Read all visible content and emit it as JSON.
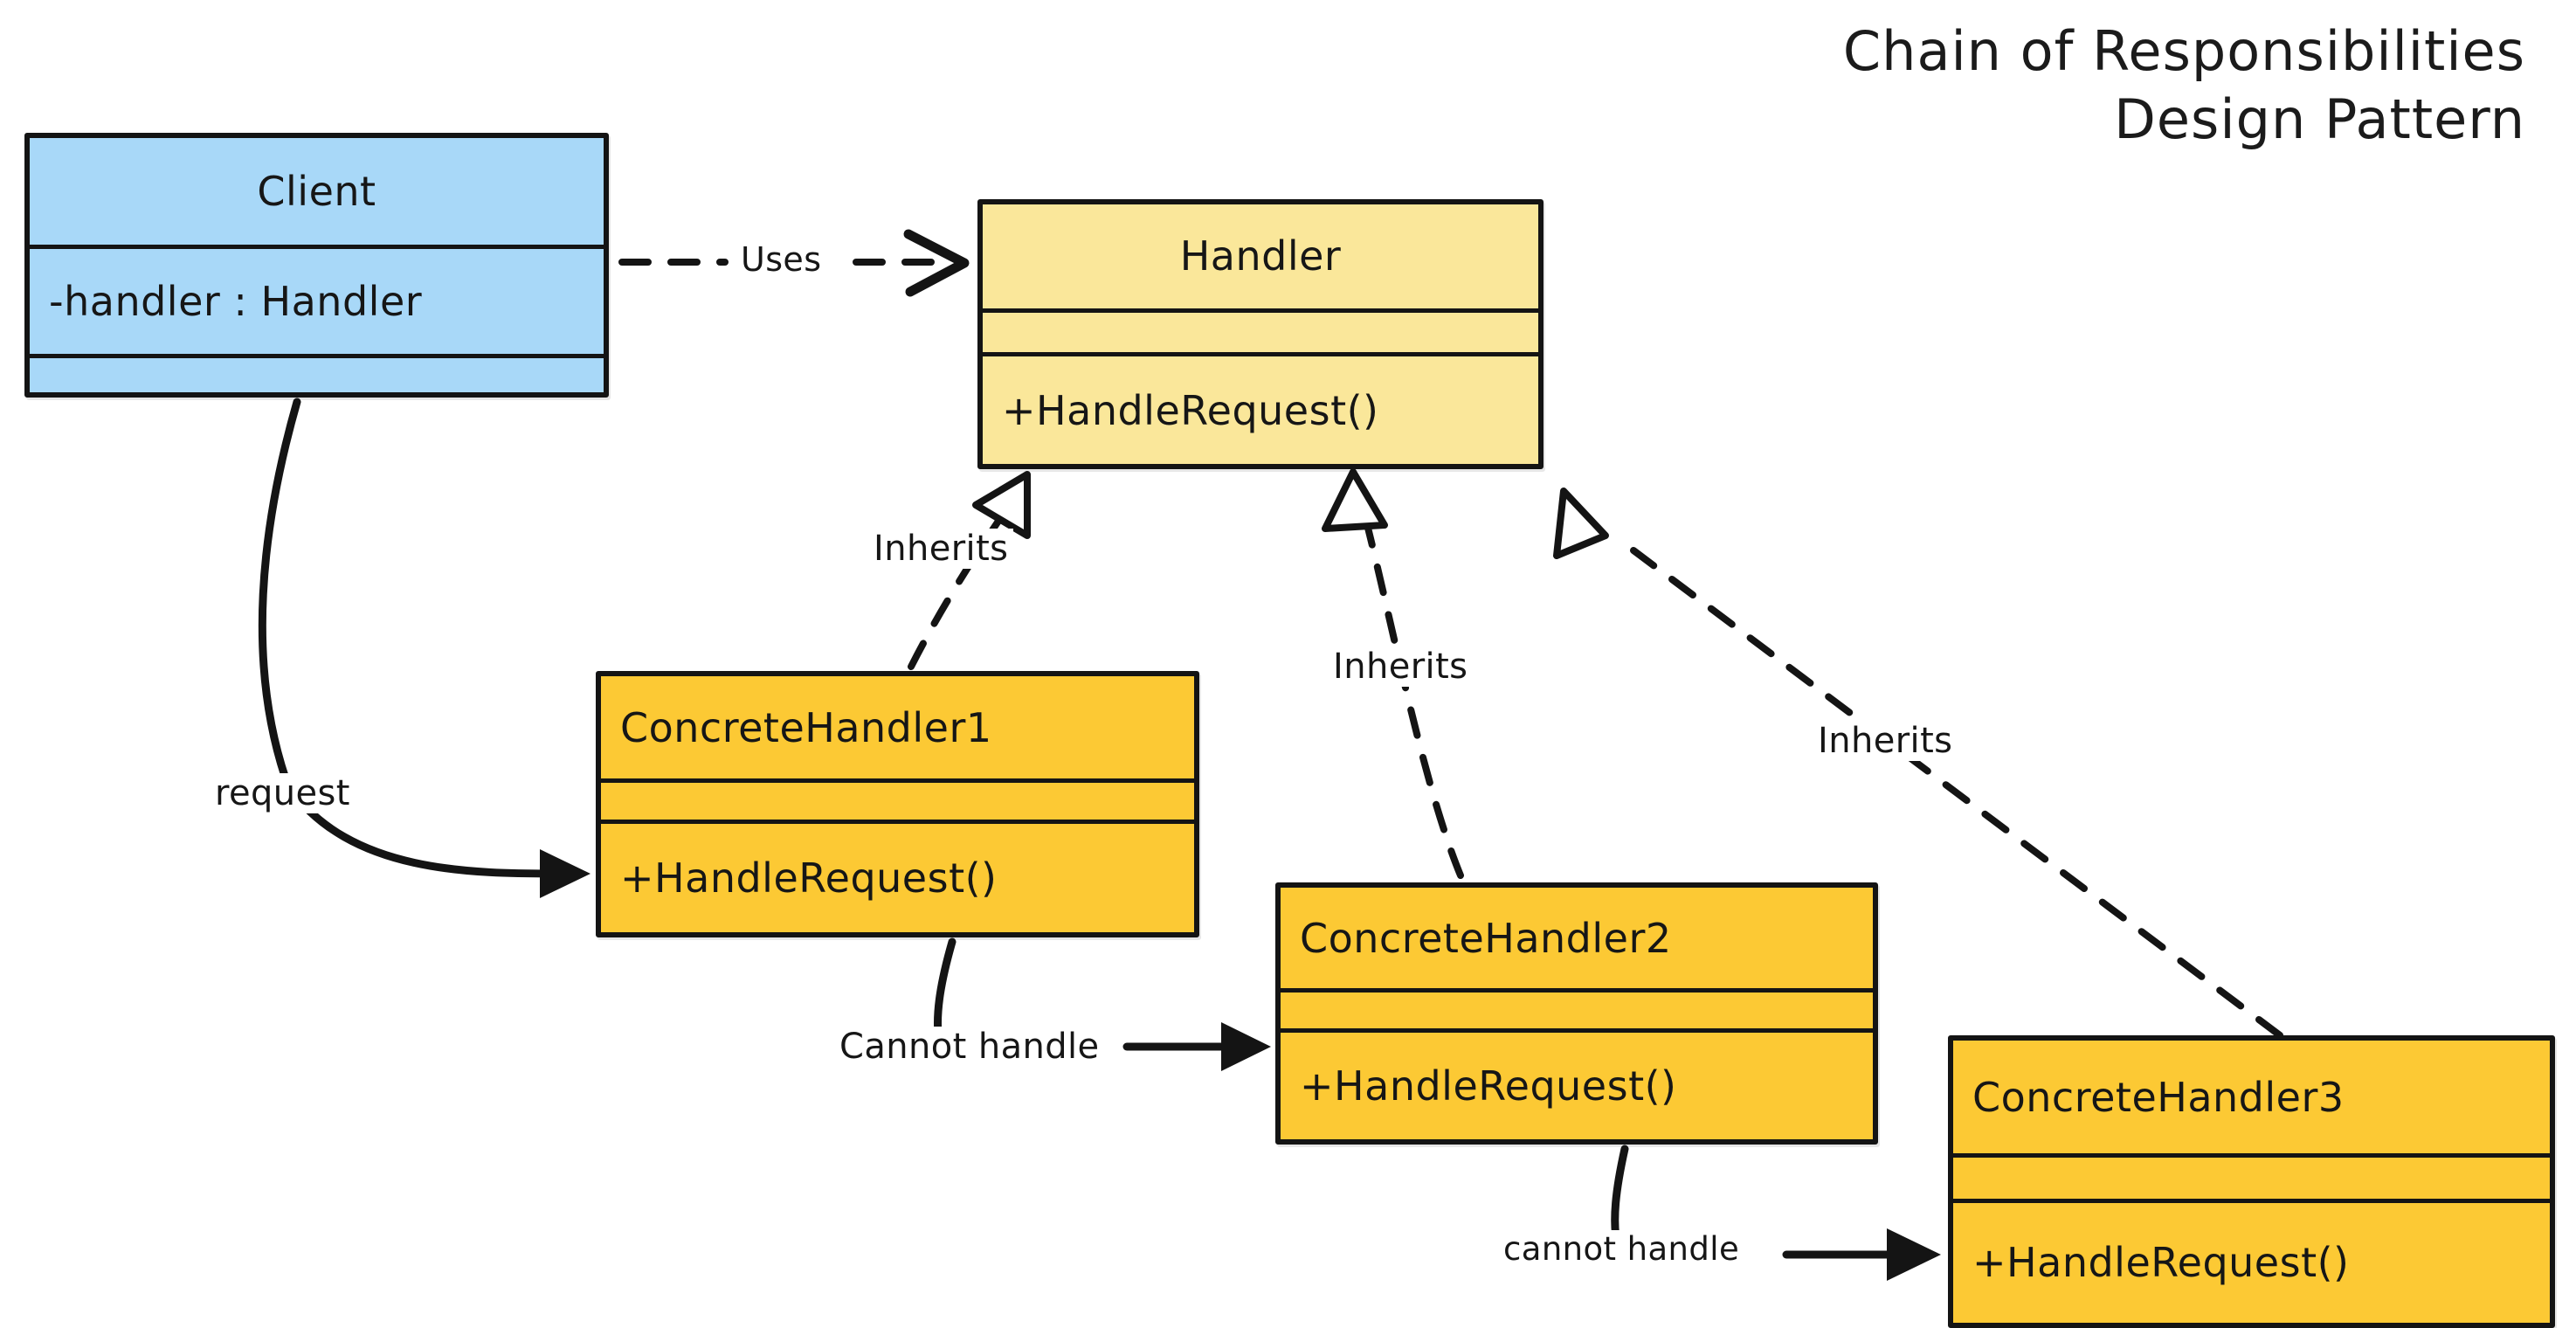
{
  "title": {
    "line1": "Chain of Responsibilities",
    "line2": "Design Pattern"
  },
  "colors": {
    "client_fill": "#a8d8f8",
    "handler_fill": "#fae79a",
    "concrete_fill": "#fcc934",
    "stroke": "#141414",
    "background": "#ffffff"
  },
  "classes": [
    {
      "id": "client",
      "name": "Client",
      "attributes": "-handler : Handler",
      "operations": "",
      "fill": "#a8d8f8",
      "name_align": "center"
    },
    {
      "id": "handler",
      "name": "Handler",
      "attributes": "",
      "operations": "+HandleRequest()",
      "fill": "#fae79a",
      "name_align": "center"
    },
    {
      "id": "concrete-handler-1",
      "name": "ConcreteHandler1",
      "attributes": "",
      "operations": "+HandleRequest()",
      "fill": "#fcc934",
      "name_align": "left"
    },
    {
      "id": "concrete-handler-2",
      "name": "ConcreteHandler2",
      "attributes": "",
      "operations": "+HandleRequest()",
      "fill": "#fcc934",
      "name_align": "left"
    },
    {
      "id": "concrete-handler-3",
      "name": "ConcreteHandler3",
      "attributes": "",
      "operations": "+HandleRequest()",
      "fill": "#fcc934",
      "name_align": "left"
    }
  ],
  "edges": [
    {
      "id": "uses",
      "label": "Uses",
      "from": "client",
      "to": "handler",
      "style": "dashed",
      "arrowhead": "open"
    },
    {
      "id": "inherits-1",
      "label": "Inherits",
      "from": "concrete-handler-1",
      "to": "handler",
      "style": "dashed",
      "arrowhead": "hollow-triangle"
    },
    {
      "id": "inherits-2",
      "label": "Inherits",
      "from": "concrete-handler-2",
      "to": "handler",
      "style": "dashed",
      "arrowhead": "hollow-triangle"
    },
    {
      "id": "inherits-3",
      "label": "Inherits",
      "from": "concrete-handler-3",
      "to": "handler",
      "style": "dashed",
      "arrowhead": "hollow-triangle"
    },
    {
      "id": "request",
      "label": "request",
      "from": "client",
      "to": "concrete-handler-1",
      "style": "solid",
      "arrowhead": "filled-triangle"
    },
    {
      "id": "cannot-handle-1",
      "label": "Cannot handle",
      "from": "concrete-handler-1",
      "to": "concrete-handler-2",
      "style": "solid",
      "arrowhead": "filled-triangle"
    },
    {
      "id": "cannot-handle-2",
      "label": "cannot handle",
      "from": "concrete-handler-2",
      "to": "concrete-handler-3",
      "style": "solid",
      "arrowhead": "filled-triangle"
    }
  ]
}
